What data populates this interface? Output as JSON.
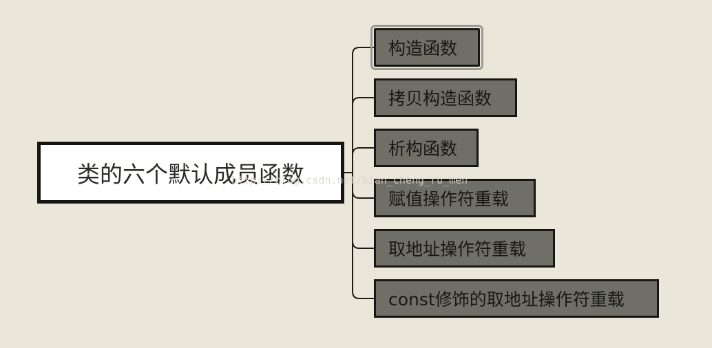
{
  "colors": {
    "background": "#eae7da",
    "root_fill": "#ffffff",
    "child_fill": "#6f6f67",
    "line": "#1e1c14",
    "selection": "#9a9a94"
  },
  "root": {
    "label": "类的六个默认成员函数"
  },
  "children": [
    {
      "label": "构造函数",
      "selected": true
    },
    {
      "label": "拷贝构造函数",
      "selected": false
    },
    {
      "label": "析构函数",
      "selected": false
    },
    {
      "label": "赋值操作符重载",
      "selected": false
    },
    {
      "label": "取地址操作符重载",
      "selected": false
    },
    {
      "label": "const修饰的取地址操作符重载",
      "selected": false
    }
  ],
  "watermark": "http://blog.csdn.net/bian_cheng_ru_men"
}
